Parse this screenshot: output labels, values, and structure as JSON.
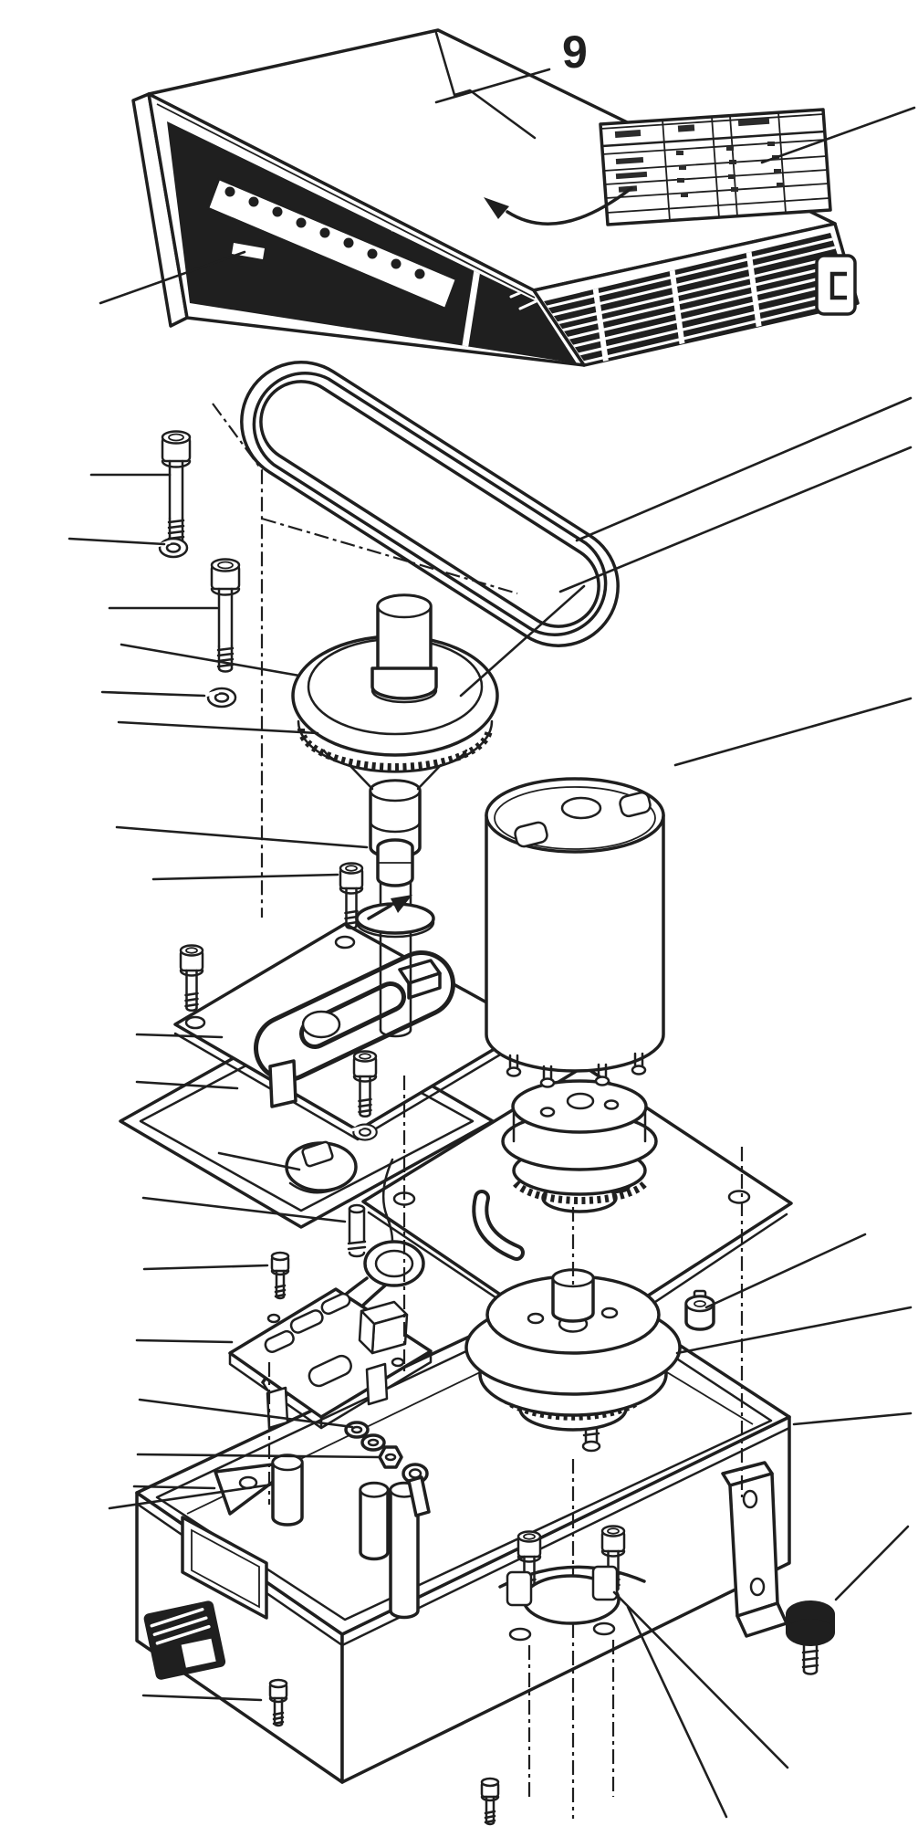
{
  "figure": {
    "callout_label": "9",
    "ink_color": "#1f1f1f",
    "paper_color": "#ffffff"
  },
  "spec_label": {
    "visible_rows": 5,
    "visible_columns": 5,
    "text_legible": false
  }
}
